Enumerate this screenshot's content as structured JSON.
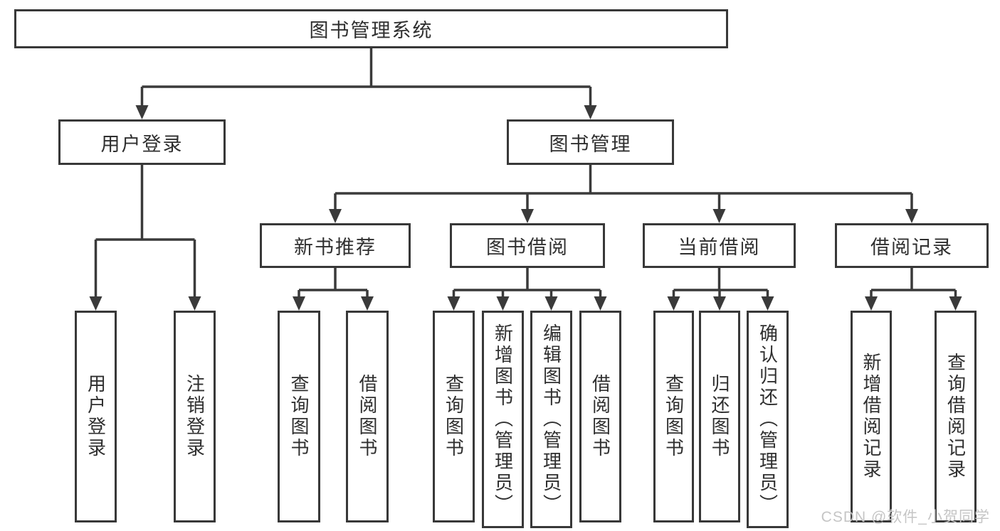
{
  "tree": {
    "label": "图书管理系统",
    "children": [
      {
        "label": "用户登录",
        "children": [
          {
            "label": "用户登录"
          },
          {
            "label": "注销登录"
          }
        ]
      },
      {
        "label": "图书管理",
        "children": [
          {
            "label": "新书推荐",
            "children": [
              {
                "label": "查询图书"
              },
              {
                "label": "借阅图书"
              }
            ]
          },
          {
            "label": "图书借阅",
            "children": [
              {
                "label": "查询图书"
              },
              {
                "label": "新增图书（管理员）"
              },
              {
                "label": "编辑图书（管理员）"
              },
              {
                "label": "借阅图书"
              }
            ]
          },
          {
            "label": "当前借阅",
            "children": [
              {
                "label": "查询图书"
              },
              {
                "label": "归还图书"
              },
              {
                "label": "确认归还（管理员）"
              }
            ]
          },
          {
            "label": "借阅记录",
            "children": [
              {
                "label": "新增借阅记录"
              },
              {
                "label": "查询借阅记录"
              }
            ]
          }
        ]
      }
    ]
  },
  "watermark": {
    "text": "CSDN @软件_小贺同学"
  },
  "colors": {
    "line": "#3a3a3a",
    "box_border": "#383838",
    "text": "#2f2f2f",
    "watermark": "#c5c5c5",
    "background": "#ffffff"
  }
}
